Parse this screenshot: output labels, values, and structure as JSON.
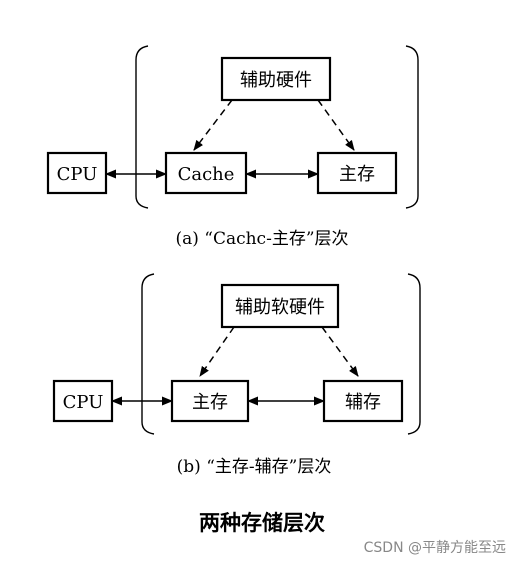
{
  "diagram_a": {
    "nodes": {
      "aux_hw": "辅助硬件",
      "cpu": "CPU",
      "cache": "Cache",
      "main_mem": "主存"
    },
    "caption": "(a) “Cachc-主存”层次"
  },
  "diagram_b": {
    "nodes": {
      "aux_swhw": "辅助软硬件",
      "cpu": "CPU",
      "main_mem": "主存",
      "aux_mem": "辅存"
    },
    "caption": "(b) “主存-辅存”层次"
  },
  "figure_title": "两种存储层次",
  "watermark": "CSDN @平静方能至远"
}
